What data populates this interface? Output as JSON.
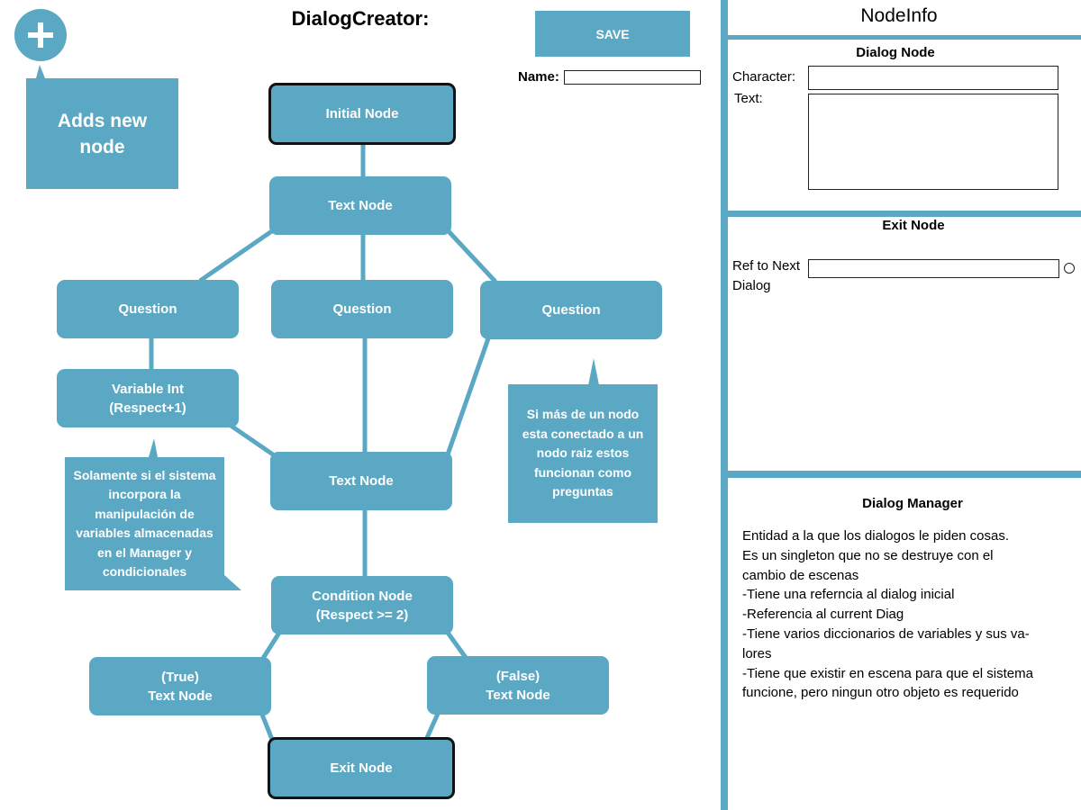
{
  "header": {
    "title": "DialogCreator:",
    "save_label": "SAVE",
    "name_label": "Name:",
    "name_value": ""
  },
  "add_button": {
    "icon": "plus-icon",
    "tooltip": "Adds new node"
  },
  "nodes": {
    "initial": "Initial Node",
    "text1": "Text Node",
    "question1": "Question",
    "question2": "Question",
    "question3": "Question",
    "variable": "Variable Int\n(Respect+1)",
    "text2": "Text Node",
    "condition": "Condition Node\n(Respect >= 2)",
    "true_node": "(True)\nText Node",
    "false_node": "(False)\nText Node",
    "exit": "Exit Node"
  },
  "callouts": {
    "variables_note": "Solamente si el sistema incorpora la manipulación de variables almacenadas en el Manager y condicionales",
    "questions_note": "Si más de un nodo esta conectado a un nodo raiz estos funcionan como preguntas"
  },
  "node_info": {
    "title": "NodeInfo",
    "dialog_node": {
      "title": "Dialog Node",
      "character_label": "Character:",
      "character_value": "",
      "text_label": "Text:",
      "text_value": ""
    },
    "exit_node": {
      "title": "Exit Node",
      "ref_label": "Ref to Next\nDialog",
      "ref_value": ""
    },
    "dialog_manager": {
      "title": "Dialog Manager",
      "description": "Entidad a la que los dialogos le piden cosas.\nEs un singleton que no se destruye con el\ncambio de escenas\n-Tiene una referncia al dialog inicial\n-Referencia al current Diag\n-Tiene varios diccionarios de variables y sus va-\nlores\n-Tiene que existir en escena para que el sistema\nfuncione, pero ningun otro objeto es requerido"
    }
  },
  "colors": {
    "accent": "#5aa8c4",
    "border": "#111111"
  }
}
